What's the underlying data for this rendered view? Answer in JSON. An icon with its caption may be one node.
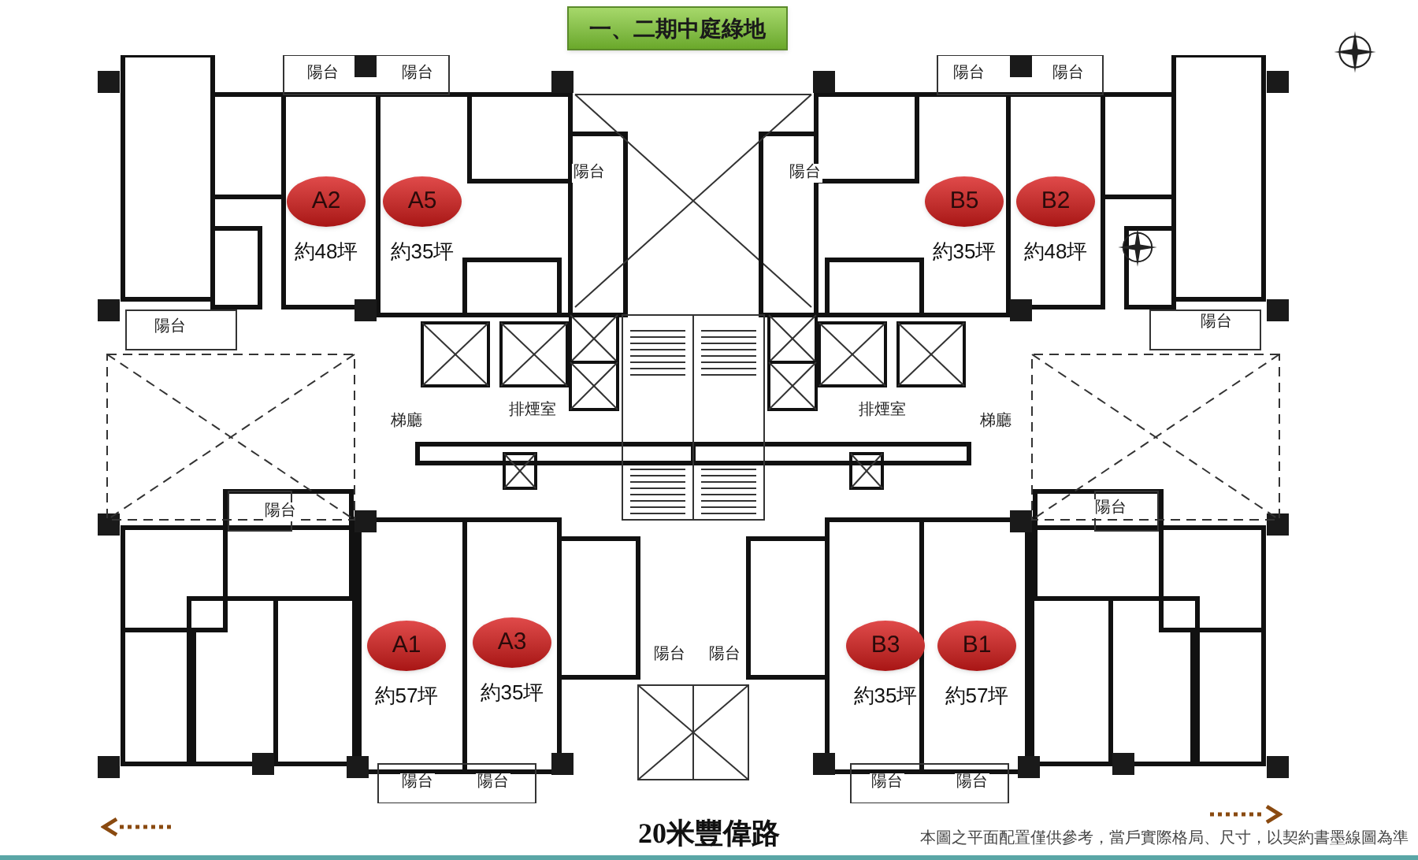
{
  "diagram": {
    "nodes": [
      {
        "text": [
          "一、二期中庭綠地"
        ]
      },
      {
        "text": [
          "A2"
        ],
        "beside": [
          "約48坪"
        ]
      },
      {
        "text": [
          "A5"
        ],
        "beside": [
          "約35坪"
        ]
      },
      {
        "text": [
          "B5"
        ],
        "beside": [
          "約35坪"
        ]
      },
      {
        "text": [
          "B2"
        ],
        "beside": [
          "約48坪"
        ]
      },
      {
        "text": [
          "A1"
        ],
        "beside": [
          "約57坪"
        ]
      },
      {
        "text": [
          "A3"
        ],
        "beside": [
          "約35坪"
        ]
      },
      {
        "text": [
          "B3"
        ],
        "beside": [
          "約35坪"
        ]
      },
      {
        "text": [
          "B1"
        ],
        "beside": [
          "約57坪"
        ]
      }
    ],
    "labels": [
      "陽台",
      "陽台",
      "陽台",
      "陽台",
      "陽台",
      "陽台",
      "陽台",
      "陽台",
      "梯廳",
      "排煙室",
      "排煙室",
      "梯廳",
      "陽台",
      "陽台",
      "陽台",
      "陽台",
      "陽台",
      "陽台",
      "陽台",
      "陽台",
      "20米豐偉路",
      "本圖之平面配置僅供參考，當戶實際格局、尺寸，以契約書墨線圖為準"
    ]
  }
}
